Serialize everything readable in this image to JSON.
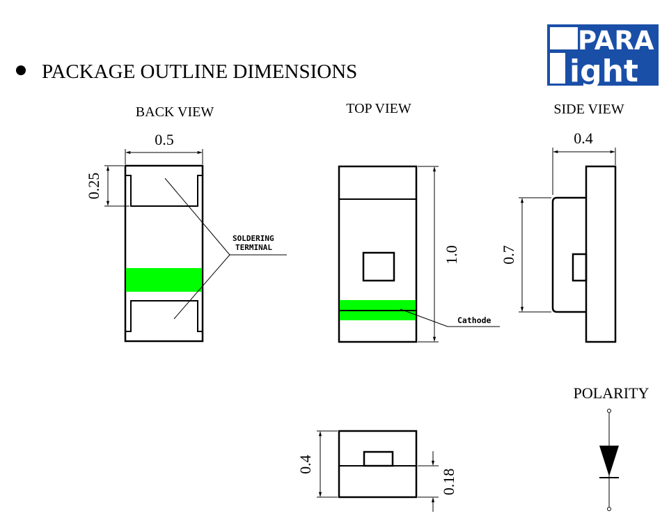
{
  "header": {
    "title": "PACKAGE OUTLINE DIMENSIONS",
    "logo_line1": "PARA",
    "logo_line2": "ight"
  },
  "back_view": {
    "label": "BACK VIEW",
    "width_dim": "0.5",
    "terminal_dim": "0.25"
  },
  "top_view": {
    "label": "TOP VIEW",
    "length_dim": "1.0"
  },
  "side_view": {
    "label": "SIDE VIEW",
    "width_dim": "0.4",
    "height_dim": "0.7"
  },
  "bottom_view": {
    "height_dim": "0.4",
    "lens_dim": "0.18"
  },
  "callouts": {
    "soldering_line1": "SOLDERING",
    "soldering_line2": "TERMINAL",
    "cathode": "Cathode"
  },
  "polarity": {
    "label": "POLARITY"
  },
  "colors": {
    "cathode_mark": "#00ff00",
    "logo_blue": "#1a4fa8"
  }
}
